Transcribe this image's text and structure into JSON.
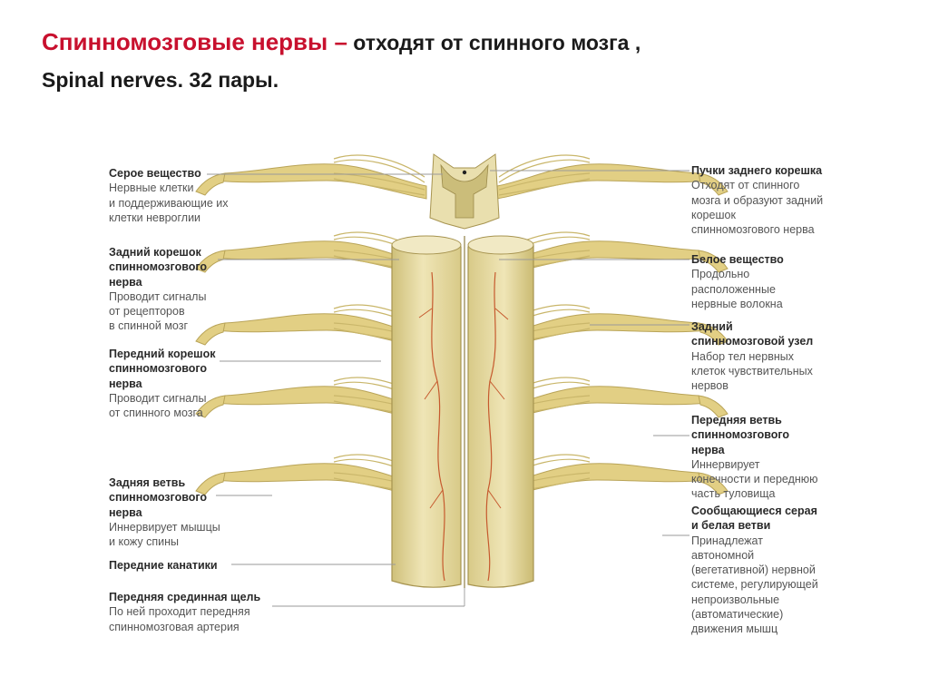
{
  "title": {
    "main": "Спинномозговые нервы –",
    "rest": " отходят от спинного мозга ,",
    "line2": "Spinal nerves. 32 пары."
  },
  "labels_left": [
    {
      "heading": "Серое вещество",
      "desc": "Нервные клетки\nи поддерживающие их\nклетки невроглии"
    },
    {
      "heading": "Задний корешок\nспинномозгового\nнерва",
      "desc": "Проводит сигналы\nот рецепторов\nв спинной мозг"
    },
    {
      "heading": "Передний корешок\nспинномозгового\nнерва",
      "desc": "Проводит сигналы\nот спинного мозга"
    },
    {
      "heading": "Задняя ветвь\nспинномозгового\nнерва",
      "desc": "Иннервирует мышцы\nи кожу спины"
    },
    {
      "heading": "Передние канатики",
      "desc": ""
    },
    {
      "heading": "Передняя срединная щель",
      "desc": "По ней проходит передняя\nспинномозговая артерия"
    }
  ],
  "labels_right": [
    {
      "heading": "Пучки заднего корешка",
      "desc": "Отходят от спинного\nмозга и образуют задний\nкорешок\nспинномозгового нерва"
    },
    {
      "heading": "Белое вещество",
      "desc": "Продольно\nрасположенные\nнервные волокна"
    },
    {
      "heading": "Задний\nспинномозговой узел",
      "desc": "Набор тел нервных\nклеток чувствительных\nнервов"
    },
    {
      "heading": "Передняя ветвь\nспинномозгового\nнерва",
      "desc": "Иннервирует\nконечности и переднюю\nчасть туловища"
    },
    {
      "heading": "Сообщающиеся серая\nи белая ветви",
      "desc": "Принадлежат\nавтономной\n(вегетативной) нервной\nсистеме, регулирующей\nнепроизвольные\n(автоматические)\nдвижения мышц"
    }
  ],
  "colors": {
    "title_red": "#c8102e",
    "cord": "#e6d9a0",
    "nerve": "#e2cf84",
    "vessel": "#c65a2e"
  }
}
